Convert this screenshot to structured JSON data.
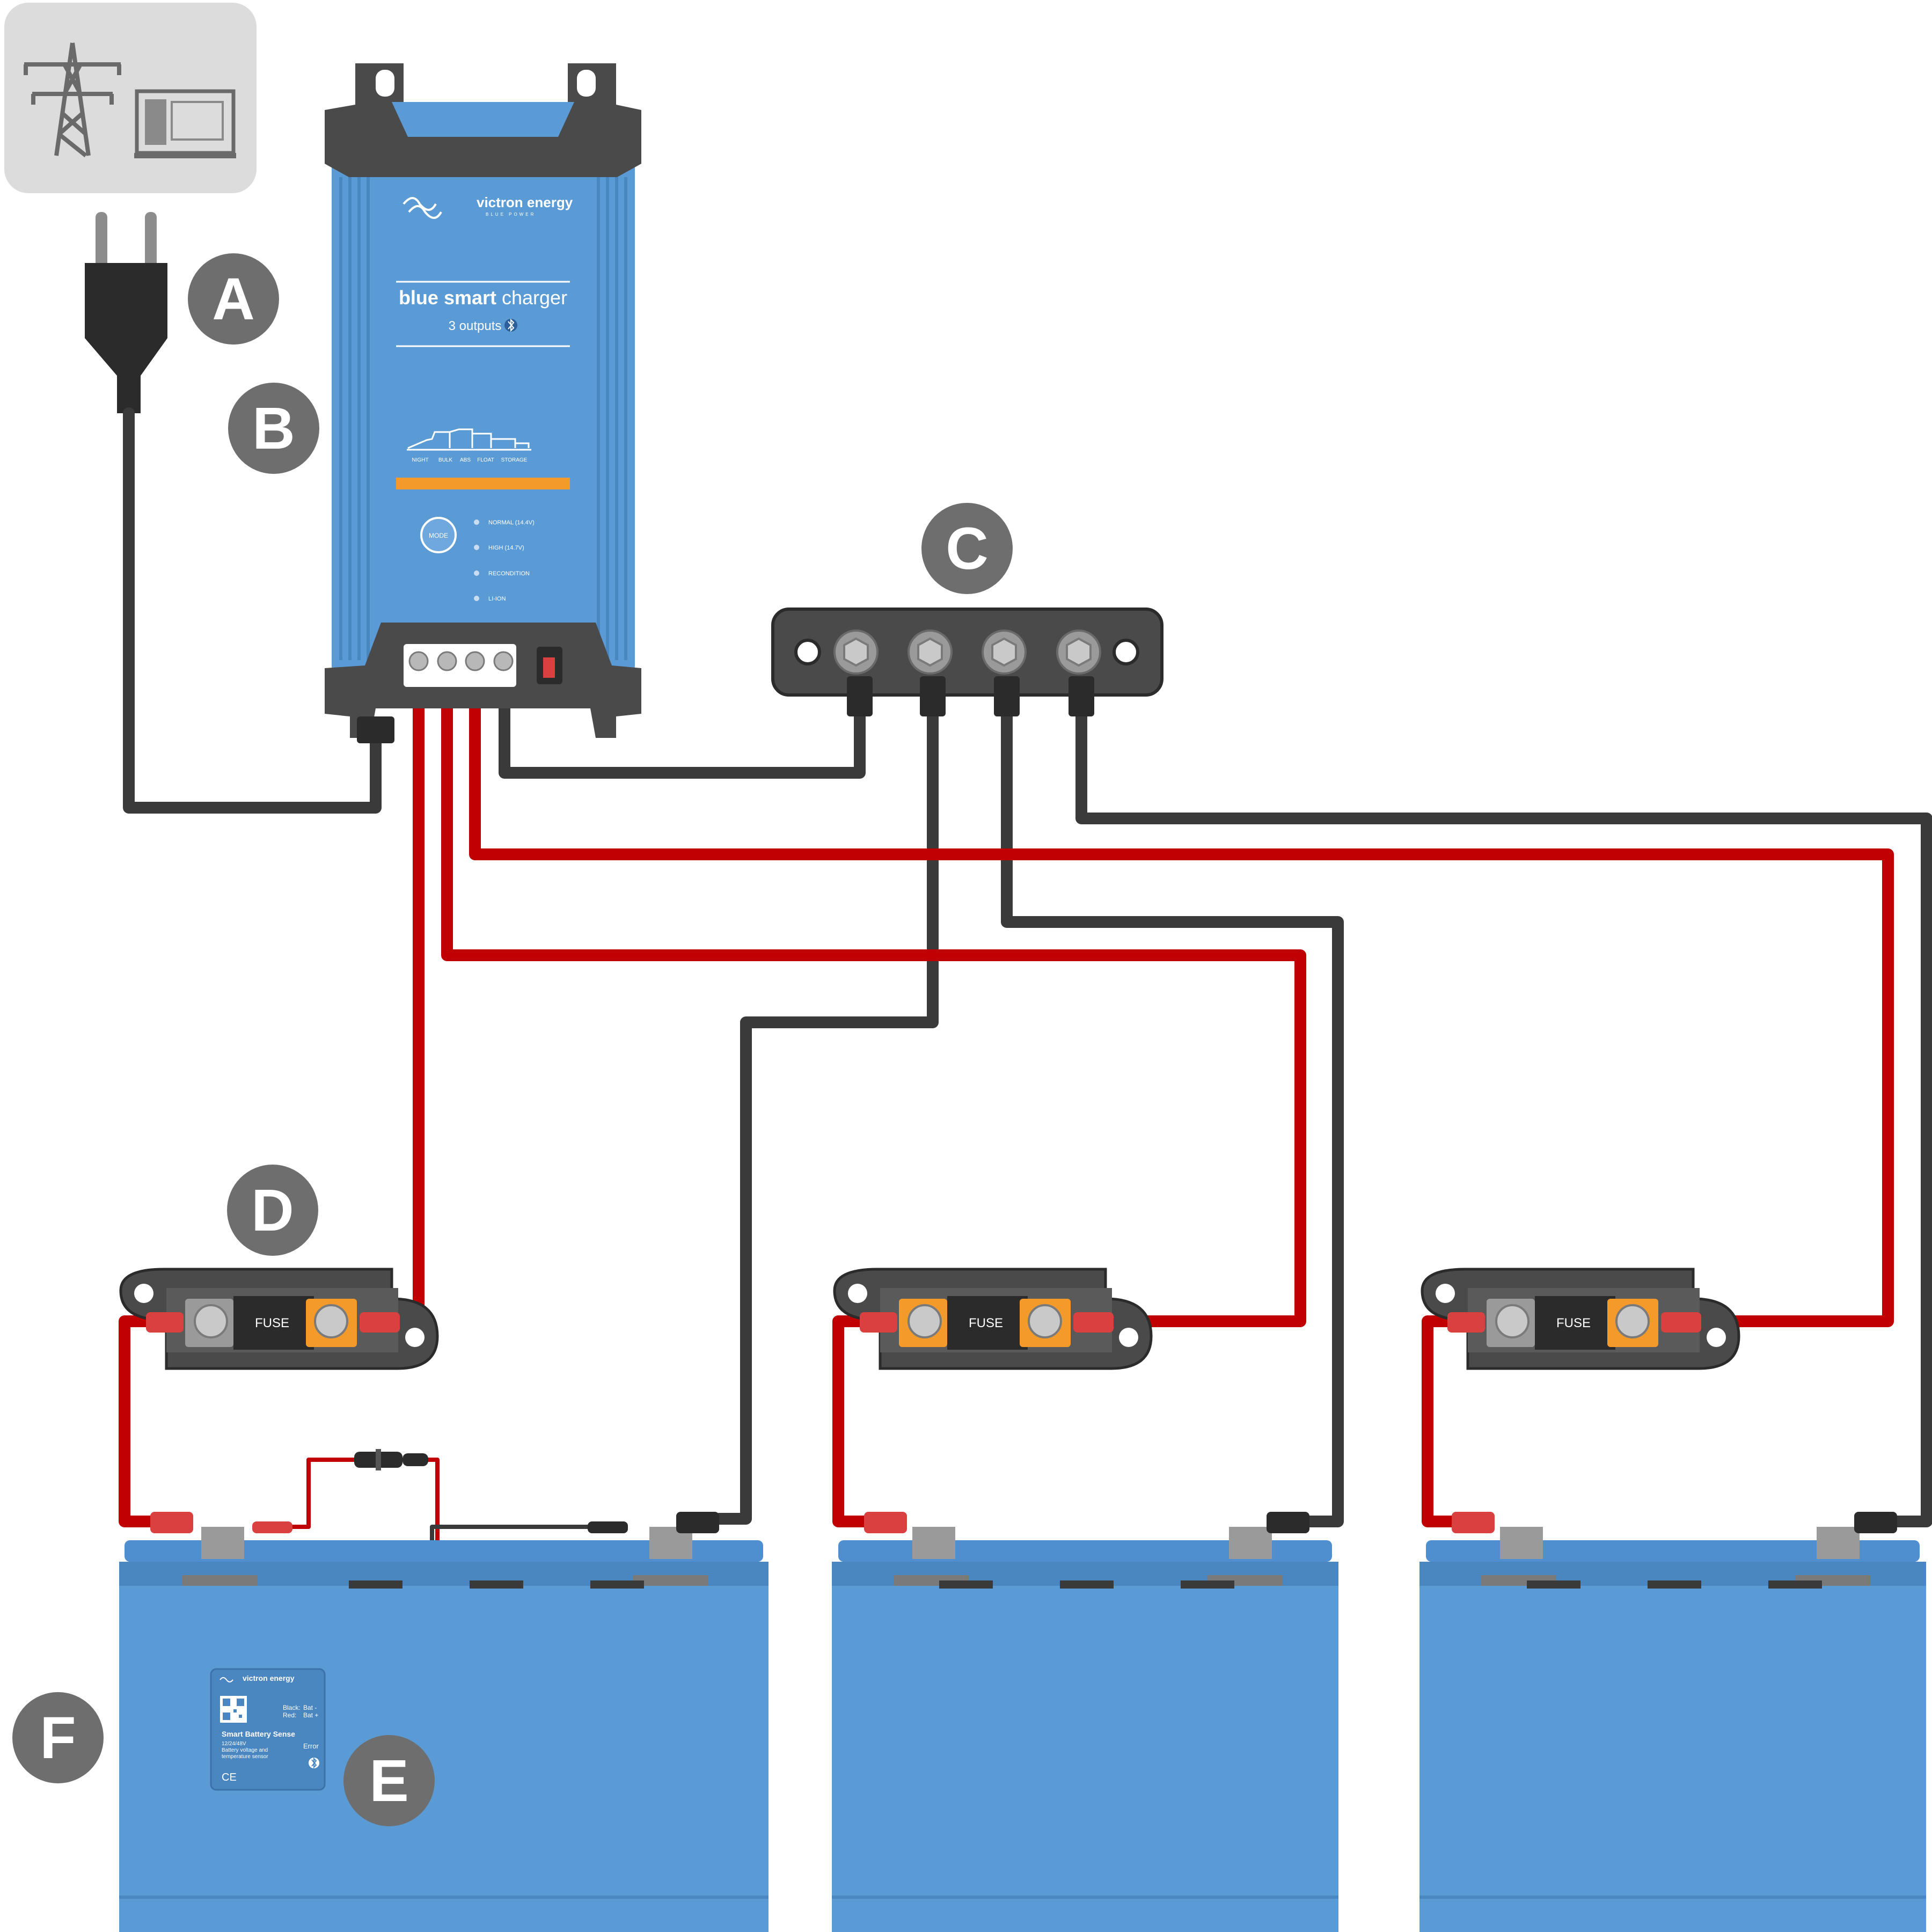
{
  "labels": {
    "a": "A",
    "b": "B",
    "c": "C",
    "d": "D",
    "e": "E",
    "f": "F"
  },
  "charger": {
    "brand": "victron energy",
    "brand_tagline": "BLUE POWER",
    "title_bold": "blue smart",
    "title_light": "charger",
    "subtitle": "3 outputs",
    "stages": [
      "NIGHT",
      "BULK",
      "ABS",
      "FLOAT",
      "STORAGE"
    ],
    "mode_button": "MODE",
    "mode_leds": [
      "NORMAL (14.4V)",
      "HIGH (14.7V)",
      "RECONDITION",
      "LI-ION"
    ],
    "terminals": [
      "+",
      "+",
      "+",
      "−"
    ]
  },
  "fuse_holders": [
    "FUSE",
    "FUSE",
    "FUSE"
  ],
  "sensor": {
    "brand": "victron energy",
    "black": "Black:",
    "bat_minus": "Bat -",
    "red": "Red:",
    "bat_plus": "Bat +",
    "name": "Smart Battery Sense",
    "voltage": "12/24/48V",
    "desc_1": "Battery voltage and",
    "desc_2": "temperature sensor",
    "error": "Error",
    "ce": "CE"
  },
  "colors": {
    "positive_wire": "#c00000",
    "negative_wire": "#3a3a3a",
    "charger_blue": "#5b9bd5",
    "battery_blue": "#5b9bd5",
    "label_circle": "#6e6e6e",
    "accent_orange": "#f39a2a"
  },
  "icons": {
    "grid_source": "power-pylon-icon",
    "generator": "generator-icon",
    "plug": "mains-plug-icon",
    "bluetooth": "bluetooth-icon"
  }
}
